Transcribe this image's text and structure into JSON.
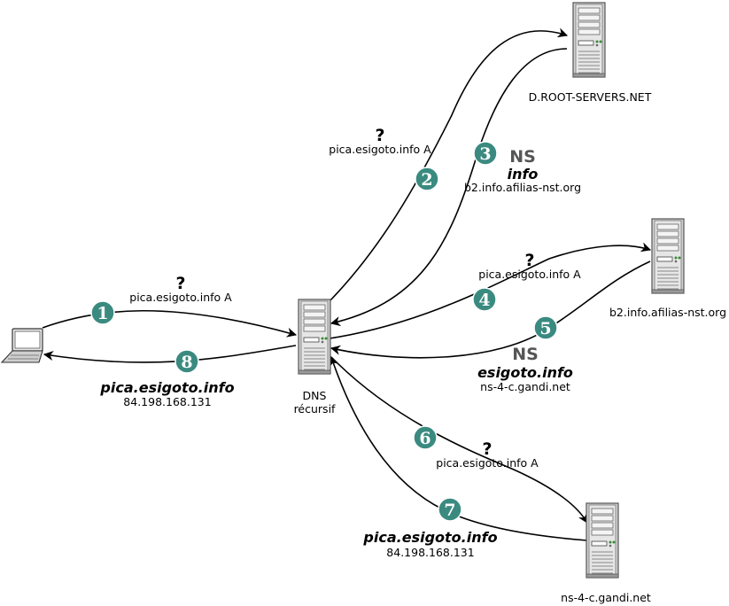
{
  "nodes": {
    "client": {
      "label": ""
    },
    "resolver": {
      "label_line1": "DNS",
      "label_line2": "récursif"
    },
    "root": {
      "label": "D.ROOT-SERVERS.NET"
    },
    "tld": {
      "label": "b2.info.afilias-nst.org"
    },
    "auth": {
      "label": "ns-4-c.gandi.net"
    }
  },
  "steps": [
    {
      "num": "1",
      "q": "?",
      "query": "pica.esigoto.info A"
    },
    {
      "num": "2",
      "q": "?",
      "query": "pica.esigoto.info A"
    },
    {
      "num": "3",
      "ns": "NS",
      "zone": "info",
      "server": "b2.info.afilias-nst.org"
    },
    {
      "num": "4",
      "q": "?",
      "query": "pica.esigoto.info A"
    },
    {
      "num": "5",
      "ns": "NS",
      "zone": "esigoto.info",
      "server": "ns-4-c.gandi.net"
    },
    {
      "num": "6",
      "q": "?",
      "query": "pica.esigoto.info A"
    },
    {
      "num": "7",
      "name": "pica.esigoto.info",
      "ip": "84.198.168.131"
    },
    {
      "num": "8",
      "name": "pica.esigoto.info",
      "ip": "84.198.168.131"
    }
  ],
  "colors": {
    "step_badge": "#3a8a80",
    "server_body": "#d0d0d0",
    "server_edge": "#555555"
  }
}
